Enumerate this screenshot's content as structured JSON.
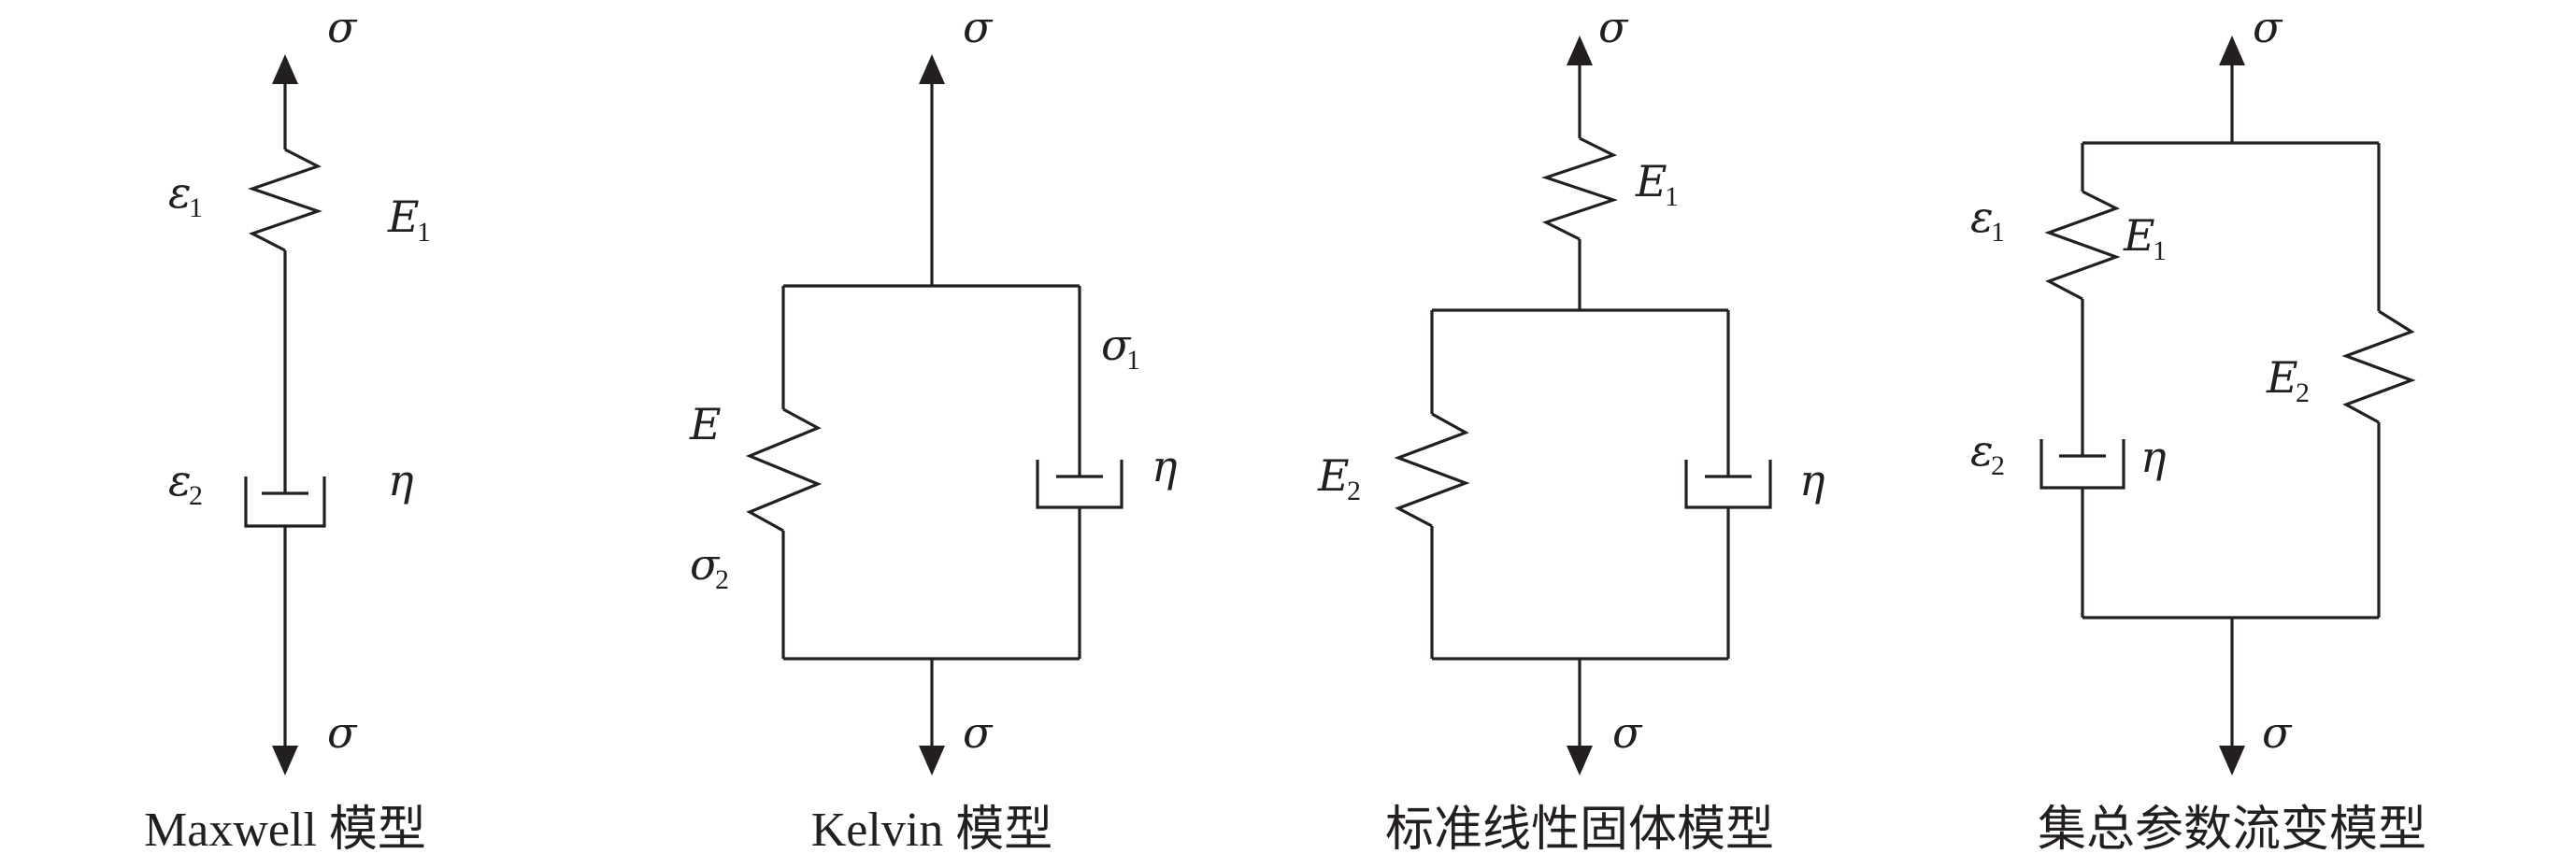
{
  "models": [
    {
      "id": "maxwell",
      "caption": "Maxwell 模型",
      "labels": {
        "sigma_top": "σ",
        "epsilon1": "ε",
        "epsilon1_sub": "1",
        "E1": "E",
        "E1_sub": "1",
        "epsilon2": "ε",
        "epsilon2_sub": "2",
        "eta": "η",
        "sigma_bottom": "σ"
      }
    },
    {
      "id": "kelvin",
      "caption": "Kelvin 模型",
      "labels": {
        "sigma_top": "σ",
        "sigma1": "σ",
        "sigma1_sub": "1",
        "E": "E",
        "eta": "η",
        "sigma2": "σ",
        "sigma2_sub": "2",
        "sigma_bottom": "σ"
      }
    },
    {
      "id": "standard-linear-solid",
      "caption": "标准线性固体模型",
      "labels": {
        "sigma_top": "σ",
        "E1": "E",
        "E1_sub": "1",
        "E2": "E",
        "E2_sub": "2",
        "eta": "η",
        "sigma_bottom": "σ"
      }
    },
    {
      "id": "lumped-parameter-rheology",
      "caption": "集总参数流变模型",
      "labels": {
        "sigma_top": "σ",
        "epsilon1": "ε",
        "epsilon1_sub": "1",
        "E1": "E",
        "E1_sub": "1",
        "E2": "E",
        "E2_sub": "2",
        "epsilon2": "ε",
        "epsilon2_sub": "2",
        "eta": "η",
        "sigma_bottom": "σ"
      }
    }
  ]
}
